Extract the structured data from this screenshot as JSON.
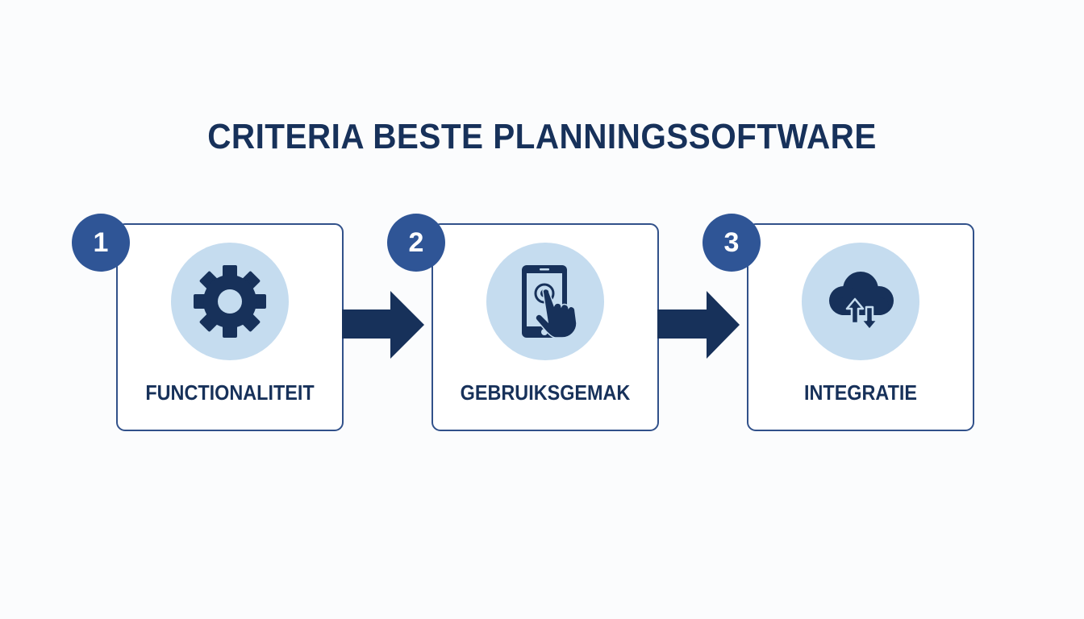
{
  "title": "CRITERIA BESTE PLANNINGSSOFTWARE",
  "colors": {
    "background": "#fbfcfd",
    "primary_dark": "#17315a",
    "badge_blue": "#2f5596",
    "border_blue": "#31518a",
    "icon_circle": "#c5dcef"
  },
  "steps": [
    {
      "number": "1",
      "label": "FUNCTIONALITEIT",
      "icon": "gear-icon"
    },
    {
      "number": "2",
      "label": "GEBRUIKSGEMAK",
      "icon": "touchscreen-phone-icon"
    },
    {
      "number": "3",
      "label": "INTEGRATIE",
      "icon": "cloud-sync-icon"
    }
  ],
  "connectors": [
    {
      "from": "1",
      "to": "2",
      "icon": "arrow-right-icon"
    },
    {
      "from": "2",
      "to": "3",
      "icon": "arrow-right-icon"
    }
  ]
}
